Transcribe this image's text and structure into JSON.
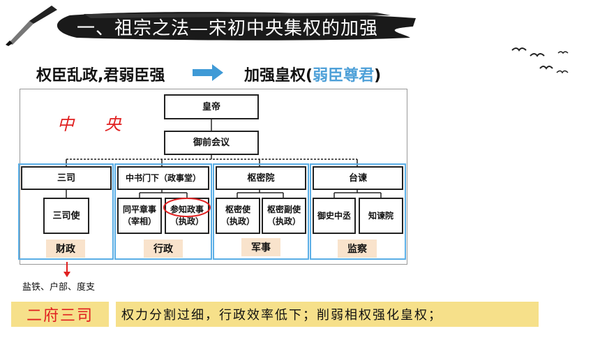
{
  "title": "一、祖宗之法—宋初中央集权的加强",
  "headline": {
    "left": "权臣乱政,君弱臣强",
    "right_prefix": "加强皇权(",
    "right_blue": "弱臣尊君",
    "right_suffix": ")"
  },
  "diagram": {
    "emperor": "皇帝",
    "council": "御前会议",
    "center_label": "中 央",
    "branches": [
      {
        "head": "三司",
        "officials": [
          "三司使"
        ],
        "function": "财政"
      },
      {
        "head": "中书门下（政事堂）",
        "officials": [
          "同平章事\n（宰相）",
          "参知政事\n（执政）"
        ],
        "function": "行政"
      },
      {
        "head": "枢密院",
        "officials": [
          "枢密使\n（执政）",
          "枢密副使\n（执政）"
        ],
        "function": "军事"
      },
      {
        "head": "台谏",
        "officials": [
          "御史中丞",
          "知谏院"
        ],
        "function": "监察"
      }
    ],
    "sansi_subdivisions": "盐铁、户部、度支"
  },
  "summary": {
    "label": "二府三司",
    "text": "权力分割过细，行政效率低下；削弱相权强化皇权；"
  },
  "colors": {
    "accent_red": "#e02020",
    "accent_blue": "#4ea0d8",
    "tag_bg": "#f9e3cc",
    "summary_bg": "#f6e08a"
  },
  "icons": [
    "brush-icon",
    "arrow-right-icon",
    "birds-icon",
    "arrow-down-icon"
  ]
}
